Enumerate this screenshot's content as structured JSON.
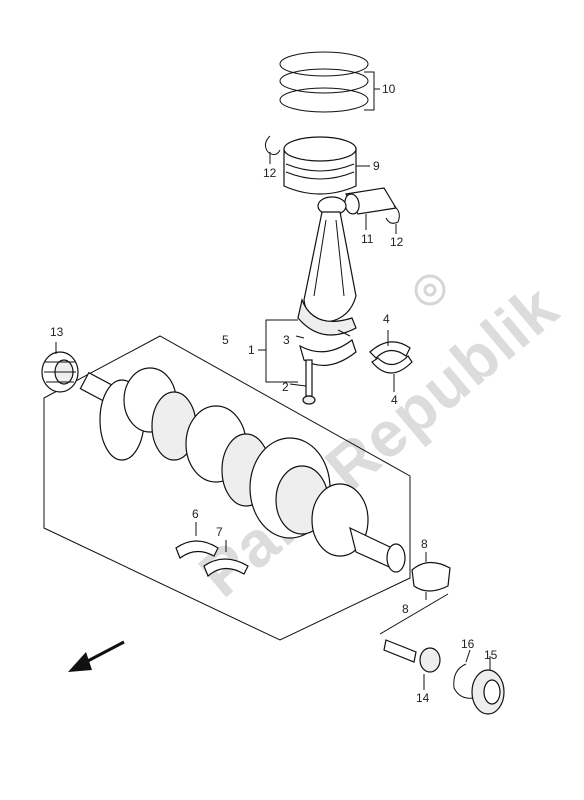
{
  "watermark": "PartsRepublik",
  "callouts": {
    "c1": "1",
    "c2": "2",
    "c3": "3",
    "c4a": "4",
    "c4b": "4",
    "c5": "5",
    "c6": "6",
    "c7": "7",
    "c8a": "8",
    "c8b": "8",
    "c9": "9",
    "c10": "10",
    "c11": "11",
    "c12a": "12",
    "c12b": "12",
    "c13": "13",
    "c14": "14",
    "c15": "15",
    "c16": "16"
  },
  "icons": {
    "direction": "arrow-front-icon",
    "logo": "gear-logo-icon"
  }
}
